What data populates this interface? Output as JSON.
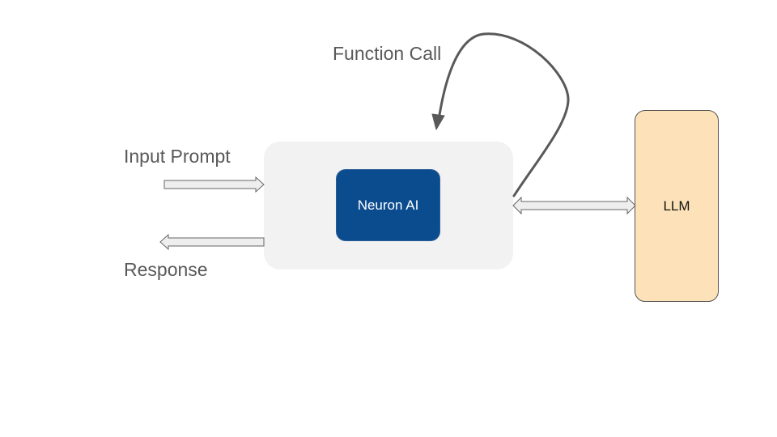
{
  "diagram": {
    "nodes": {
      "neuron": {
        "label": "Neuron AI",
        "fill": "#0b4c8f",
        "text_color": "#ffffff"
      },
      "llm": {
        "label": "LLM",
        "fill": "#fde2b9",
        "text_color": "#111111"
      },
      "container": {
        "fill": "#f2f2f2"
      }
    },
    "labels": {
      "input": "Input Prompt",
      "response": "Response",
      "function_call": "Function Call"
    },
    "edges": [
      {
        "name": "input-prompt-arrow",
        "from": "input-prompt",
        "to": "neuron-container",
        "style": "hollow-block"
      },
      {
        "name": "response-arrow",
        "from": "neuron-container",
        "to": "response",
        "style": "hollow-block"
      },
      {
        "name": "llm-link-arrow",
        "from": "neuron-container",
        "to": "llm",
        "style": "hollow-double-block"
      },
      {
        "name": "function-call-arrow",
        "from": "neuron-container",
        "to": "neuron-container",
        "style": "curved-loop"
      }
    ],
    "colors": {
      "label_text": "#595959",
      "arrow_fill": "#eeeeee",
      "arrow_stroke": "#666666",
      "loop_stroke": "#595959"
    }
  }
}
